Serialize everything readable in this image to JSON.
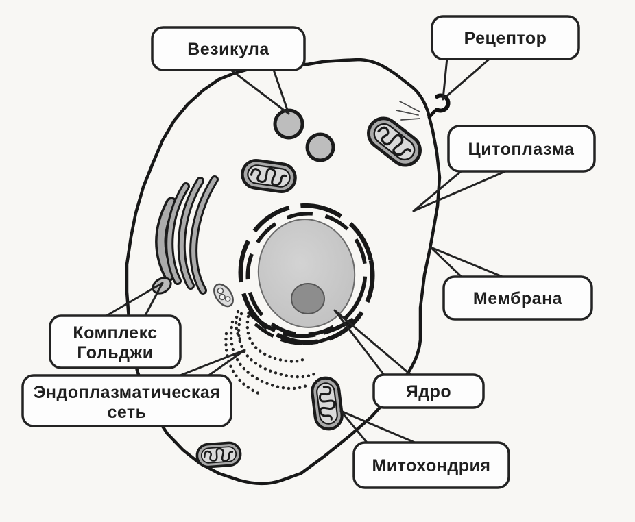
{
  "diagram": {
    "type": "labeled-cell-diagram",
    "subject": "animal cell structure with labeled organelles",
    "language": "ru",
    "colors": {
      "ink": "#1b1b1b",
      "background": "#f8f7f4",
      "label_box_bg": "#fdfdfd",
      "organelle_gray": "#aaaaaa",
      "vesicle_fill": "#bdbdbd",
      "nucleus_fill": "#c9c9c9",
      "nucleolus_fill": "#8d8d8d",
      "golgi_fill": "#ababab"
    },
    "callouts": {
      "vesicle": {
        "label": "Везикула"
      },
      "receptor": {
        "label": "Рецептор"
      },
      "cytoplasm": {
        "label": "Цитоплазма"
      },
      "membrane": {
        "label": "Мембрана"
      },
      "golgi": {
        "line1": "Комплекс",
        "line2": "Гольджи"
      },
      "er": {
        "line1": "Эндоплазматическая",
        "line2": "сеть"
      },
      "nucleus": {
        "label": "Ядро"
      },
      "mitochondrion": {
        "label": "Митохондрия"
      }
    }
  }
}
